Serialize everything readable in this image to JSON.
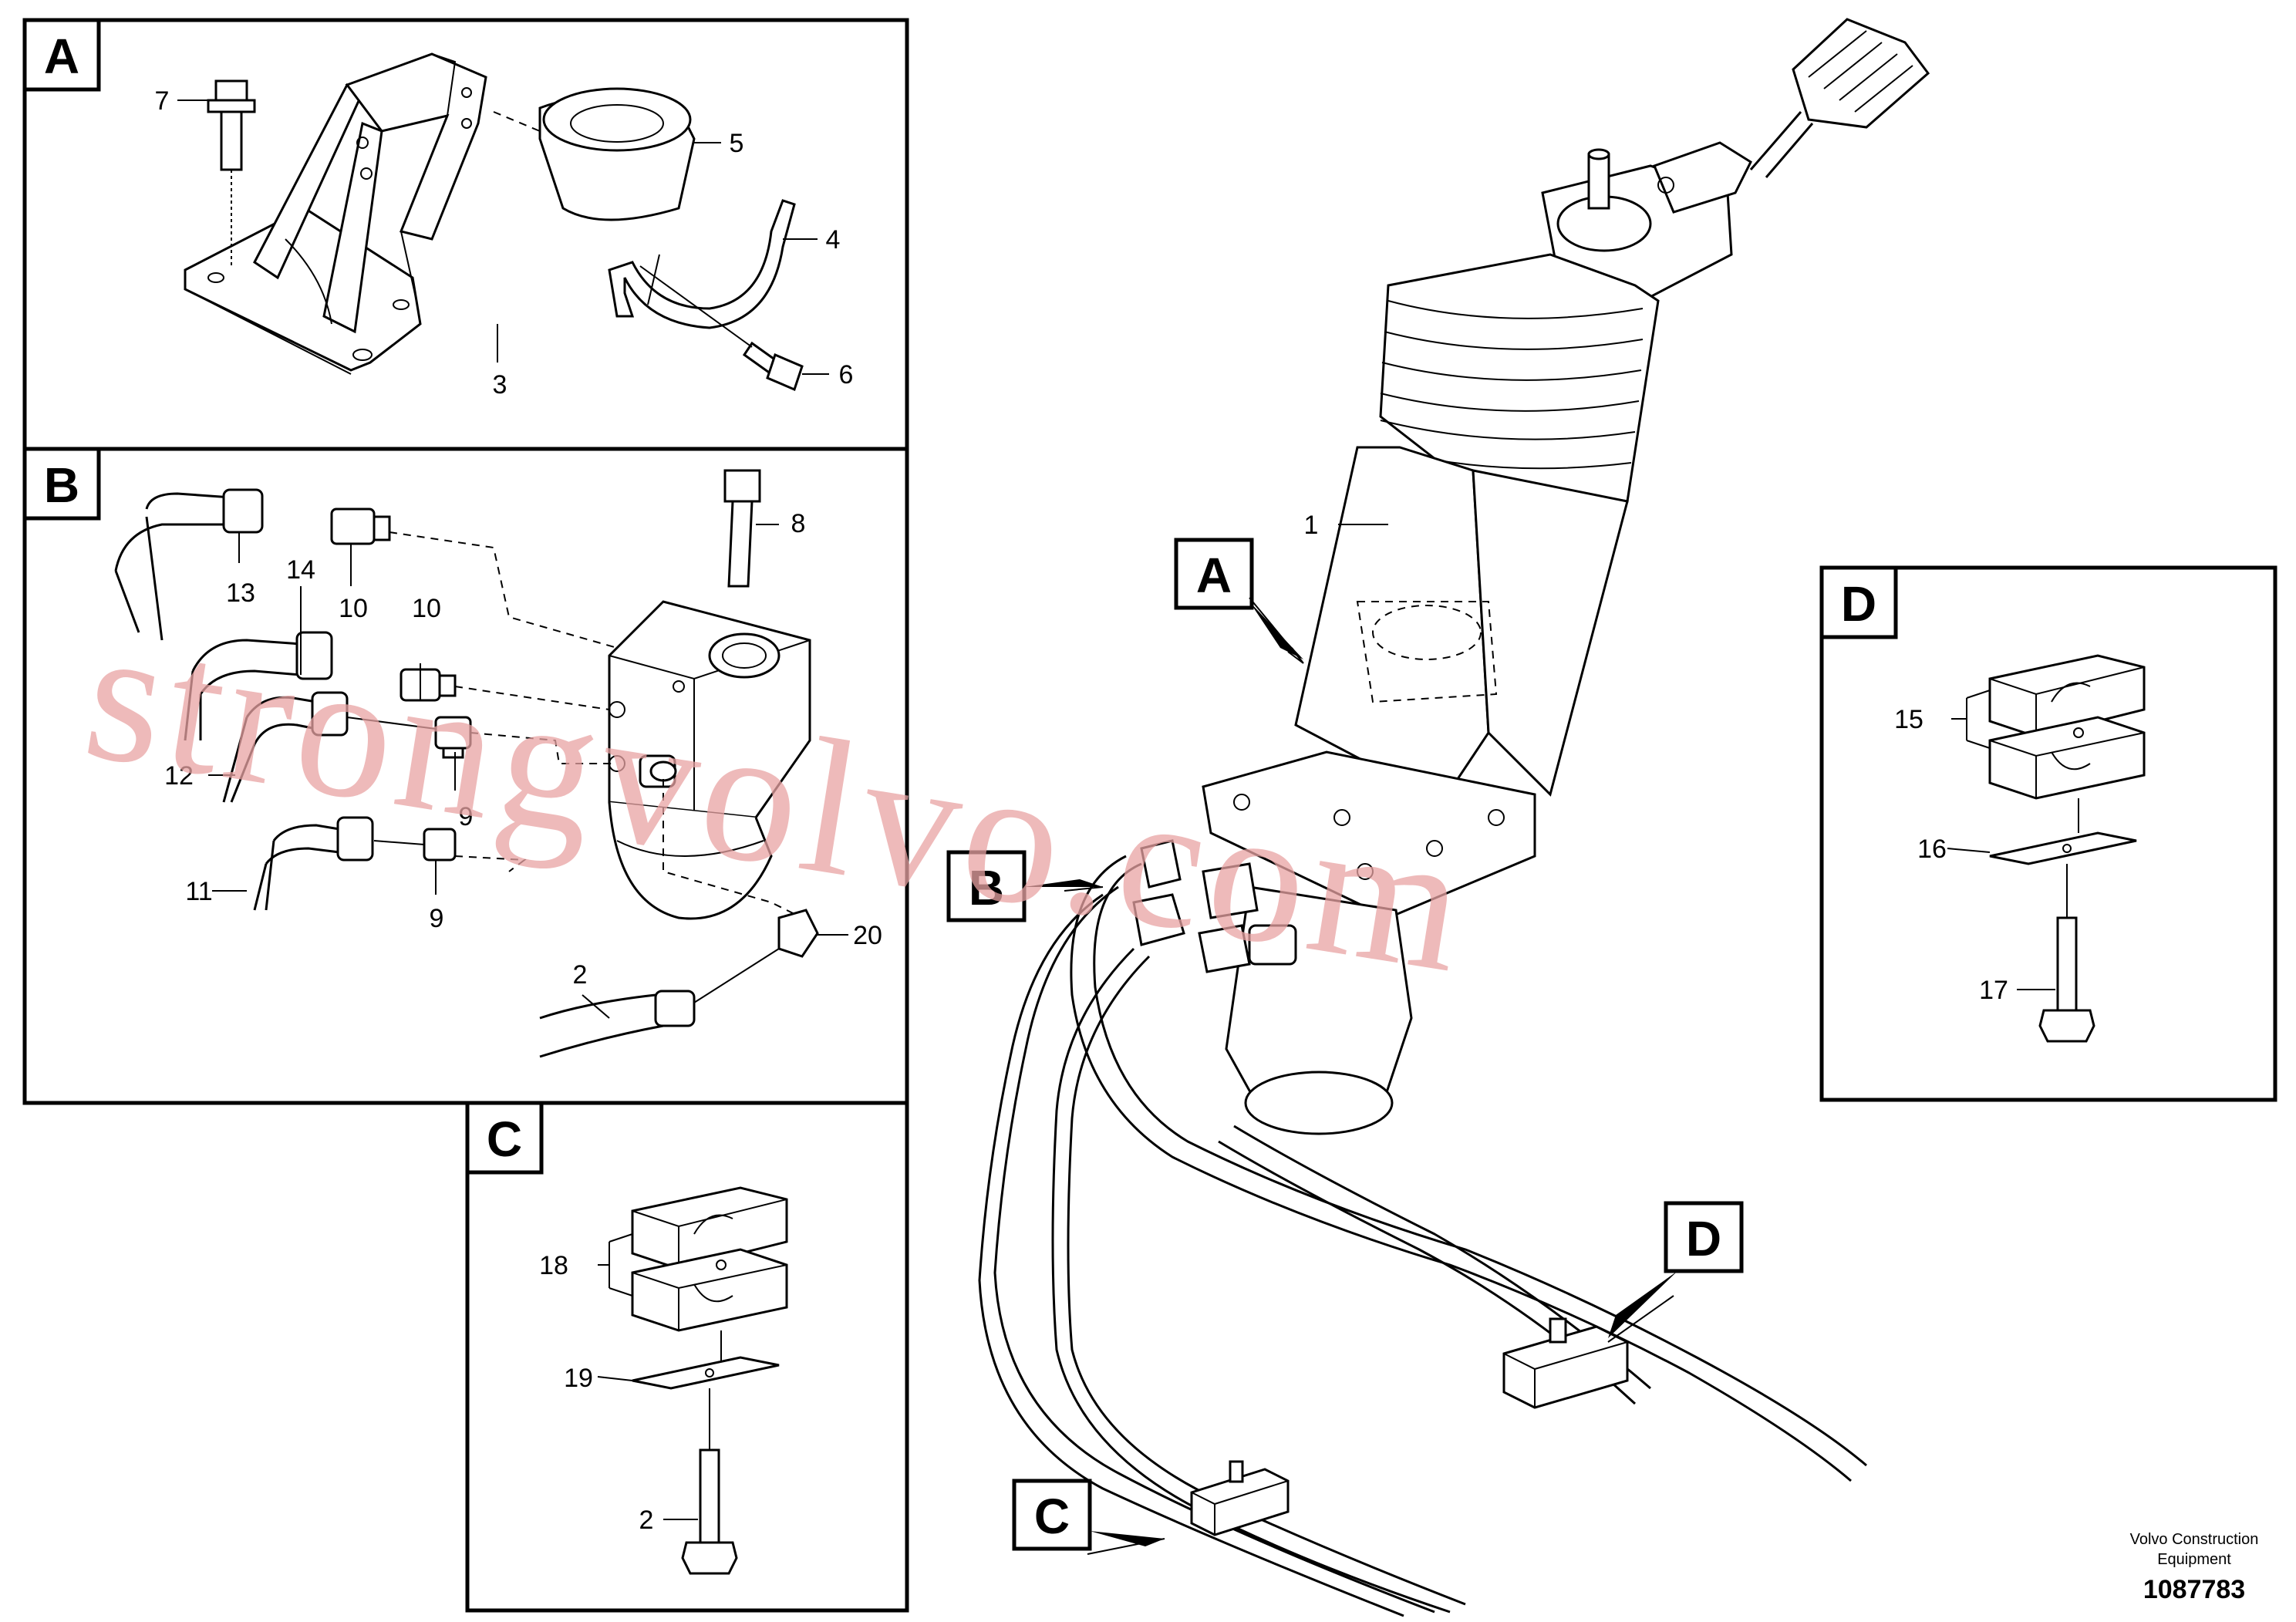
{
  "inset_labels": {
    "a": "A",
    "b": "B",
    "c": "C",
    "d": "D"
  },
  "callouts": {
    "a": "A",
    "b": "B",
    "c": "C",
    "d": "D"
  },
  "part_numbers": {
    "p1": "1",
    "p2_b": "2",
    "p2_c": "2",
    "p3": "3",
    "p4": "4",
    "p5": "5",
    "p6": "6",
    "p7": "7",
    "p8": "8",
    "p9_a": "9",
    "p9_b": "9",
    "p10_a": "10",
    "p10_b": "10",
    "p11": "11",
    "p12": "12",
    "p13": "13",
    "p14": "14",
    "p15": "15",
    "p16": "16",
    "p17": "17",
    "p18": "18",
    "p19": "19",
    "p20": "20"
  },
  "footer": {
    "company_line1": "Volvo Construction",
    "company_line2": "Equipment",
    "drawing_number": "1087783"
  },
  "watermark": "strongvolvo.com"
}
